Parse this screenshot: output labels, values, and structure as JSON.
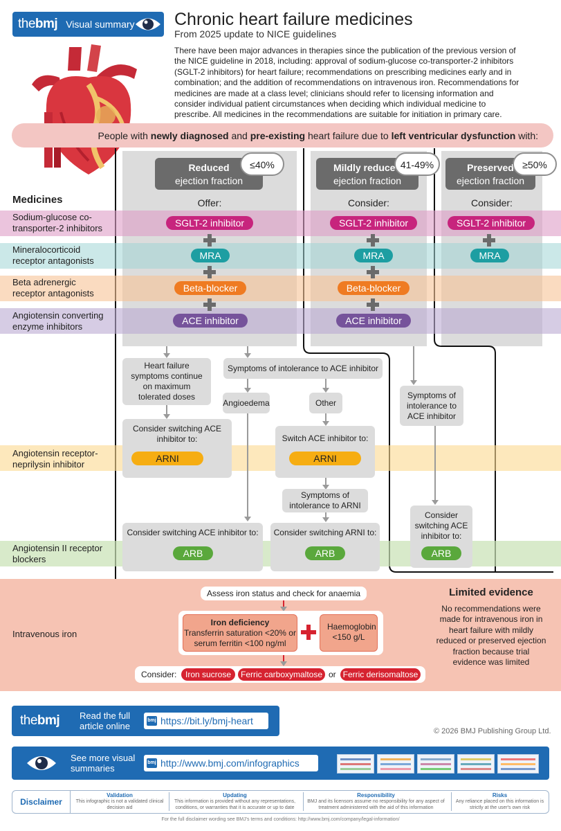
{
  "header": {
    "logo_the": "the",
    "logo_bmj": "bmj",
    "badge_label": "Visual summary",
    "title": "Chronic heart failure medicines",
    "subtitle": "From 2025 update to NICE guidelines",
    "intro": "There have been major advances in therapies since the publication of the previous version of the NICE guideline in 2018, including: approval of sodium-glucose co-transporter-2 inhibitors (SGLT-2 inhibitors) for heart failure; recommendations on prescribing medicines early and in combination; and the addition of recommendations on intravenous iron. Recommendations for medicines are made at a class level; clinicians should refer to licensing information and consider individual patient circumstances when deciding which individual medicine to prescribe. All medicines in the recommendations are suitable for initiation in primary care."
  },
  "banner": {
    "t1": "People with ",
    "b1": "newly diagnosed",
    "t2": " and ",
    "b2": "pre-existing",
    "t3": " heart failure due to ",
    "b3": "left ventricular dysfunction",
    "t4": " with:"
  },
  "columns": [
    {
      "main": "Reduced",
      "sub": "ejection fraction",
      "tag": "≤40%",
      "action": "Offer:"
    },
    {
      "main": "Mildly reduced",
      "sub": "ejection fraction",
      "tag": "41-49%",
      "action": "Consider:"
    },
    {
      "main": "Preserved",
      "sub": "ejection fraction",
      "tag": "≥50%",
      "action": "Consider:"
    }
  ],
  "medicines_heading": "Medicines",
  "rows": {
    "sglt": {
      "label": "Sodium-glucose co-transporter-2 inhibitors",
      "pill": "SGLT-2 inhibitor",
      "color": "#c7247d"
    },
    "mra": {
      "label": "Mineralocorticoid receptor antagonists",
      "pill": "MRA",
      "color": "#1d9ea2"
    },
    "bb": {
      "label": "Beta adrenergic receptor antagonists",
      "pill": "Beta-blocker",
      "color": "#ef7b22"
    },
    "ace": {
      "label": "Angiotensin converting enzyme inhibitors",
      "pill": "ACE inhibitor",
      "color": "#76539b"
    },
    "arni": {
      "label": "Angiotensin receptor-neprilysin inhibitor",
      "pill": "ARNI",
      "color": "#f6ad12"
    },
    "arb": {
      "label": "Angiotensin II receptor blockers",
      "pill": "ARB",
      "color": "#5aa83c"
    },
    "iron": {
      "label": "Intravenous iron"
    }
  },
  "pathway": {
    "hf_continue": "Heart failure symptoms continue on maximum tolerated doses",
    "consider_switch_ace_arni": "Consider switching ACE inhibitor to:",
    "intolerance_ace": "Symptoms of intolerance to ACE inhibitor",
    "angioedema": "Angioedema",
    "other": "Other",
    "switch_ace_to": "Switch ACE inhibitor to:",
    "intolerance_arni": "Symptoms of intolerance to ARNI",
    "consider_switch_ace_arb": "Consider switching ACE inhibitor to:",
    "consider_switch_arni_arb": "Consider switching ARNI to:",
    "mildly_intolerance_ace": "Symptoms of intolerance to ACE inhibitor",
    "mildly_consider_switch": "Consider switching ACE inhibitor to:"
  },
  "iron": {
    "assess": "Assess iron status and check for anaemia",
    "deficiency_title": "Iron deficiency",
    "deficiency_text": "Transferrin saturation <20% or serum ferritin <100 ng/ml",
    "haemoglobin": "Haemoglobin <150 g/L",
    "consider": "Consider:",
    "options": [
      "Iron sucrose",
      "Ferric carboxymaltose",
      "Ferric derisomaltose"
    ],
    "or": "or",
    "limited_title": "Limited evidence",
    "limited_text": "No recommendations were made for intravenous iron in heart failure with mildly reduced or preserved ejection fraction because trial evidence was limited"
  },
  "footer": {
    "read_full": "Read the full article online",
    "article_link": "https://bit.ly/bmj-heart",
    "copyright": "© 2026 BMJ Publishing Group Ltd.",
    "see_more": "See more visual summaries",
    "infographics_link": "http://www.bmj.com/infographics",
    "mini_badge": "bmj",
    "disclaimer_title": "Disclaimer",
    "disclaimer_cols": [
      {
        "title": "Validation",
        "text": "This infographic is not a validated clinical decision aid"
      },
      {
        "title": "Updating",
        "text": "This information is provided without any representations, conditions, or warranties that it is accurate or up to date"
      },
      {
        "title": "Responsibility",
        "text": "BMJ and its licensors assume no responsibility for any aspect of treatment administered with the aid of this information"
      },
      {
        "title": "Risks",
        "text": "Any reliance placed on this information is strictly at the user's own risk"
      }
    ],
    "note": "For the full disclaimer wording see BMJ's terms and conditions: http://www.bmj.com/company/legal-information/"
  }
}
